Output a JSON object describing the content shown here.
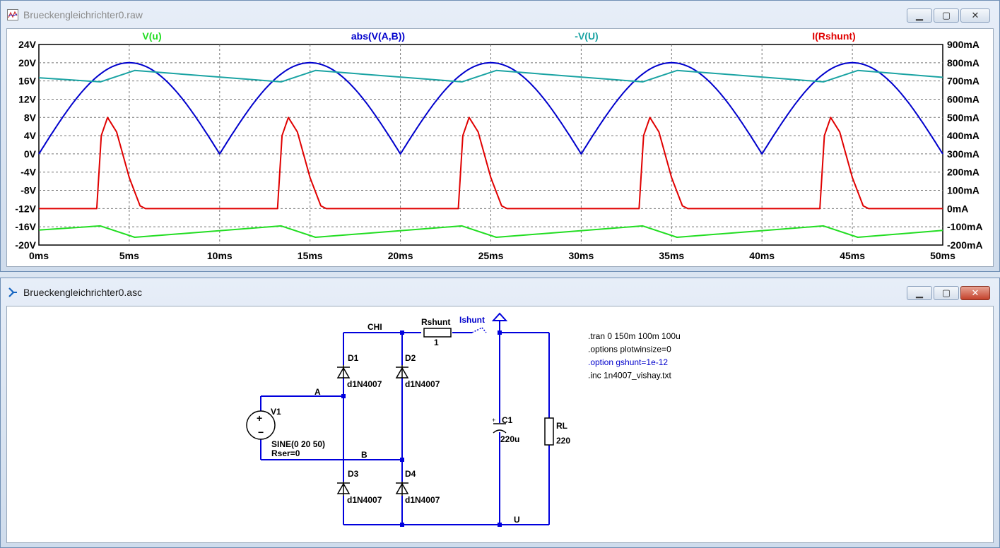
{
  "waveform_window": {
    "title": "Brueckengleichrichter0.raw",
    "traces": [
      {
        "label": "V(u)",
        "color": "#22dd22"
      },
      {
        "label": "abs(V(A,B))",
        "color": "#0000cc"
      },
      {
        "label": "-V(U)",
        "color": "#1aa3a3"
      },
      {
        "label": "I(Rshunt)",
        "color": "#e00000"
      }
    ],
    "left_axis_ticks": [
      "24V",
      "20V",
      "16V",
      "12V",
      "8V",
      "4V",
      "0V",
      "-4V",
      "-8V",
      "-12V",
      "-16V",
      "-20V"
    ],
    "right_axis_ticks": [
      "900mA",
      "800mA",
      "700mA",
      "600mA",
      "500mA",
      "400mA",
      "300mA",
      "200mA",
      "100mA",
      "0mA",
      "-100mA",
      "-200mA"
    ],
    "x_axis_ticks": [
      "0ms",
      "5ms",
      "10ms",
      "15ms",
      "20ms",
      "25ms",
      "30ms",
      "35ms",
      "40ms",
      "45ms",
      "50ms"
    ]
  },
  "chart_data": {
    "type": "line",
    "x_unit": "ms",
    "xlim": [
      0,
      50
    ],
    "ylim_left": [
      -20,
      24
    ],
    "ylim_right": [
      -200,
      900
    ],
    "left_unit": "V",
    "right_unit": "mA",
    "series": [
      {
        "name": "V(u)",
        "axis": "left",
        "color": "#22dd22",
        "x": [
          0,
          3.4,
          5.3,
          13.4,
          15.3,
          23.4,
          25.3,
          33.4,
          35.3,
          43.4,
          45.3,
          50
        ],
        "values": [
          -16.7,
          -15.8,
          -18.3,
          -15.8,
          -18.3,
          -15.8,
          -18.3,
          -15.8,
          -18.3,
          -15.8,
          -18.3,
          -16.8
        ]
      },
      {
        "name": "abs(V(A,B))",
        "axis": "left",
        "color": "#0000cc",
        "formula": "20*abs(sin(2*pi*50*t))",
        "amplitude": 20,
        "frequency_hz": 50
      },
      {
        "name": "-V(U)",
        "axis": "left",
        "color": "#1aa3a3",
        "x": [
          0,
          3.4,
          5.3,
          13.4,
          15.3,
          23.4,
          25.3,
          33.4,
          35.3,
          43.4,
          45.3,
          50
        ],
        "values": [
          16.7,
          15.8,
          18.3,
          15.8,
          18.3,
          15.8,
          18.3,
          15.8,
          18.3,
          15.8,
          18.3,
          16.8
        ]
      },
      {
        "name": "I(Rshunt)",
        "axis": "right",
        "color": "#e00000",
        "x": [
          0,
          3.2,
          3.45,
          3.8,
          4.3,
          5.0,
          5.6,
          5.9,
          13.2,
          13.45,
          13.8,
          14.3,
          15.0,
          15.6,
          15.9,
          23.2,
          23.45,
          23.8,
          24.3,
          25.0,
          25.6,
          25.9,
          33.2,
          33.45,
          33.8,
          34.3,
          35.0,
          35.6,
          35.9,
          43.2,
          43.45,
          43.8,
          44.3,
          45.0,
          45.6,
          45.9,
          50
        ],
        "values": [
          0,
          0,
          400,
          500,
          420,
          170,
          15,
          0,
          0,
          400,
          500,
          420,
          170,
          15,
          0,
          0,
          400,
          500,
          420,
          170,
          15,
          0,
          0,
          400,
          500,
          420,
          170,
          15,
          0,
          0,
          400,
          500,
          420,
          170,
          15,
          0,
          0
        ]
      }
    ]
  },
  "schematic_window": {
    "title": "Brueckengleichrichter0.asc",
    "labels": {
      "chi": "CHI",
      "rshunt": "Rshunt",
      "rshunt_value": "1",
      "ishunt": "Ishunt",
      "d1": "D1",
      "d2": "D2",
      "d3": "D3",
      "d4": "D4",
      "d1_model": "d1N4007",
      "d2_model": "d1N4007",
      "d3_model": "d1N4007",
      "d4_model": "d1N4007",
      "node_a": "A",
      "node_b": "B",
      "node_u": "U",
      "v1": "V1",
      "v1_value": "SINE(0 20 50)",
      "v1_rser": "Rser=0",
      "c1": "C1",
      "c1_value": "220u",
      "rl": "RL",
      "rl_value": "220"
    },
    "directives": [
      {
        "text": ".tran 0 150m 100m 100u",
        "color": "#000000"
      },
      {
        "text": ".options plotwinsize=0",
        "color": "#000000"
      },
      {
        "text": ".option gshunt=1e-12",
        "color": "#0000cc"
      },
      {
        "text": ".inc 1n4007_vishay.txt",
        "color": "#000000"
      }
    ]
  }
}
